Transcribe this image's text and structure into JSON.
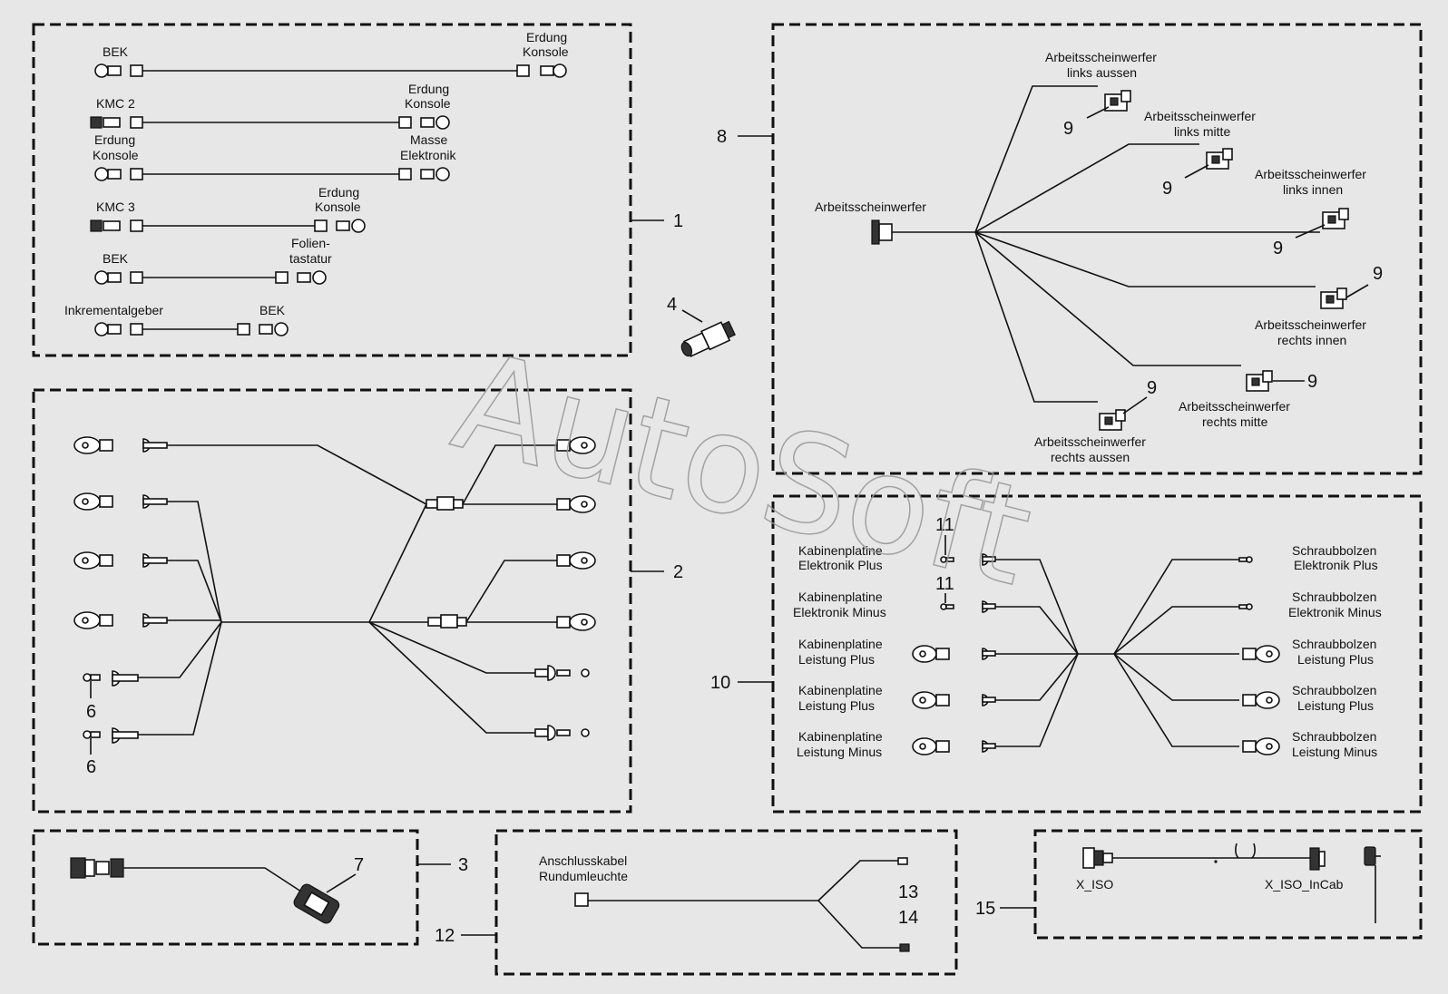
{
  "watermark": "AutoSoft",
  "panels": [
    {
      "id": "panel-1",
      "callout": "1"
    },
    {
      "id": "panel-2",
      "callout": "2"
    },
    {
      "id": "panel-3",
      "callout": "3"
    },
    {
      "id": "panel-8",
      "callout": "8"
    },
    {
      "id": "panel-10",
      "callout": "10"
    },
    {
      "id": "panel-12",
      "callout": "12"
    },
    {
      "id": "panel-15",
      "callout": "15"
    }
  ],
  "panel1": {
    "cables": [
      {
        "start": "BEK",
        "end": [
          "Erdung",
          "Konsole"
        ]
      },
      {
        "start": "KMC 2",
        "end": [
          "Erdung",
          "Konsole"
        ]
      },
      {
        "start": [
          "Erdung",
          "Konsole"
        ],
        "end": [
          "Masse",
          "Elektronik"
        ]
      },
      {
        "start": "KMC 3",
        "end": [
          "Erdung",
          "Konsole"
        ]
      },
      {
        "start": "BEK",
        "end": [
          "Folien-",
          "tastatur"
        ]
      },
      {
        "start": "Inkrementalgeber",
        "end": "BEK"
      }
    ]
  },
  "part4": {
    "callout": "4"
  },
  "panel2": {
    "callout_a": "6",
    "callout_b": "6"
  },
  "panel3": {
    "callout": "7"
  },
  "panel8": {
    "source": "Arbeitsscheinwerfer",
    "lamps": [
      {
        "label": [
          "Arbeitsscheinwerfer",
          "links aussen"
        ],
        "callout": "9"
      },
      {
        "label": [
          "Arbeitsscheinwerfer",
          "links mitte"
        ],
        "callout": "9"
      },
      {
        "label": [
          "Arbeitsscheinwerfer",
          "links innen"
        ],
        "callout": "9"
      },
      {
        "label": [
          "Arbeitsscheinwerfer",
          "rechts innen"
        ],
        "callout": "9"
      },
      {
        "label": [
          "Arbeitsscheinwerfer",
          "rechts mitte"
        ],
        "callout": "9"
      },
      {
        "label": [
          "Arbeitsscheinwerfer",
          "rechts aussen"
        ],
        "callout": "9"
      }
    ]
  },
  "panel10": {
    "left": [
      [
        "Kabinenplatine",
        "Elektronik Plus"
      ],
      [
        "Kabinenplatine",
        "Elektronik Minus"
      ],
      [
        "Kabinenplatine",
        "Leistung Plus"
      ],
      [
        "Kabinenplatine",
        "Leistung Plus"
      ],
      [
        "Kabinenplatine",
        "Leistung Minus"
      ]
    ],
    "right": [
      [
        "Schraubbolzen",
        "Elektronik Plus"
      ],
      [
        "Schraubbolzen",
        "Elektronik Minus"
      ],
      [
        "Schraubbolzen",
        "Leistung Plus"
      ],
      [
        "Schraubbolzen",
        "Leistung Plus"
      ],
      [
        "Schraubbolzen",
        "Leistung Minus"
      ]
    ],
    "callout_a": "11",
    "callout_b": "11"
  },
  "panel12": {
    "label": [
      "Anschlusskabel",
      "Rundumleuchte"
    ],
    "callout_a": "13",
    "callout_b": "14"
  },
  "panel15": {
    "left_label": "X_ISO",
    "right_label": "X_ISO_InCab"
  }
}
